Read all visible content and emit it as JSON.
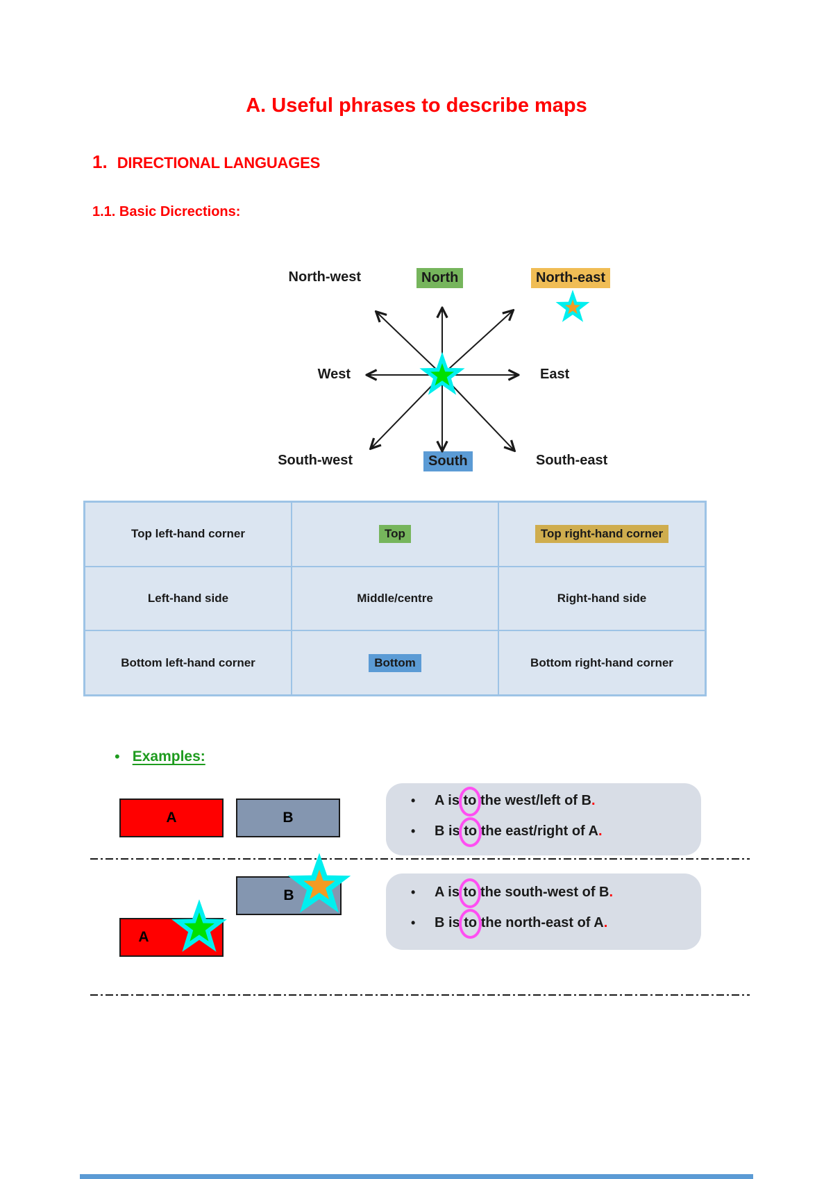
{
  "page": {
    "title": "A. Useful phrases to describe maps",
    "section_number": "1.",
    "section_title": "DIRECTIONAL LANGUAGES",
    "subsection_title": "1.1. Basic Dicrections:"
  },
  "compass": {
    "north_west": "North-west",
    "north": "North",
    "north_east": "North-east",
    "west": "West",
    "east": "East",
    "south_west": "South-west",
    "south": "South",
    "south_east": "South-east"
  },
  "position_table": {
    "rows": [
      {
        "cells": [
          {
            "label": "Top left-hand corner"
          },
          {
            "label": "Top"
          },
          {
            "label": "Top right-hand corner"
          }
        ]
      },
      {
        "cells": [
          {
            "label": "Left-hand side"
          },
          {
            "label": "Middle/centre"
          },
          {
            "label": "Right-hand side"
          }
        ]
      },
      {
        "cells": [
          {
            "label": "Bottom left-hand corner"
          },
          {
            "label": "Bottom"
          },
          {
            "label": "Bottom right-hand corner"
          }
        ]
      }
    ]
  },
  "examples": {
    "heading": "Examples:",
    "bullet_glyph": "•",
    "shape_a_label": "A",
    "shape_b_label": "B",
    "example1": {
      "lines": [
        {
          "pre": "A is ",
          "circled": "to",
          "mid": " the west/left ",
          "tail": "of B",
          "end": "."
        },
        {
          "pre": "B is ",
          "circled": "to",
          "mid": " the east/right ",
          "tail": "of A",
          "end": "."
        }
      ]
    },
    "example2": {
      "lines": [
        {
          "pre": "A is ",
          "circled": "to",
          "mid": " the south-west ",
          "tail": "of B",
          "end": "."
        },
        {
          "pre": "B is ",
          "circled": "to",
          "mid": " the north-east ",
          "tail": "of A",
          "end": "."
        }
      ]
    }
  },
  "colors": {
    "heading_red": "#ff0000",
    "green_highlight": "#76b55c",
    "gold_highlight": "#f0bd55",
    "table_gold_highlight": "#cfad4e",
    "blue_highlight": "#5b9bd5",
    "table_cell_bg": "#dbe5f1",
    "table_border": "#9dc3e6",
    "example_textbox_bg": "#d8dde6",
    "shape_a_fill": "#ff0000",
    "shape_b_fill": "#8496b0",
    "star_cyan": "#00efef",
    "star_green": "#00e000",
    "star_orange": "#f59b22",
    "annotation_magenta": "#ff4ff2",
    "examples_green": "#1e9b1e"
  }
}
